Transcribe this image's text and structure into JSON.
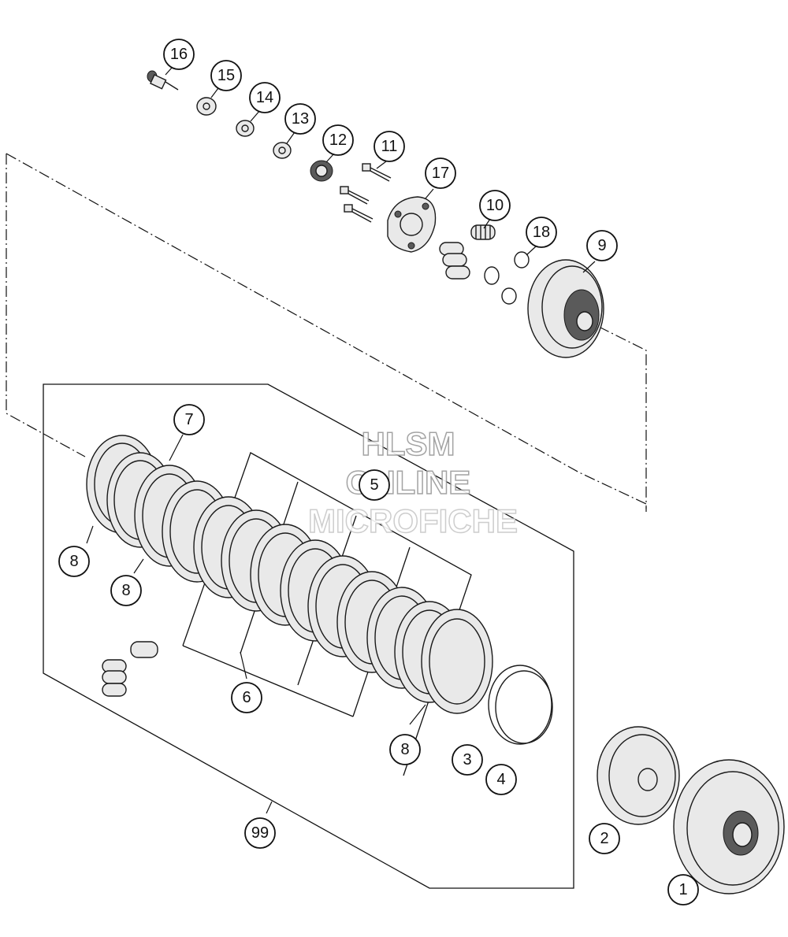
{
  "watermark": {
    "line1": "HLSM",
    "line2": "ONLINE",
    "line3": "MICROFICHE"
  },
  "callouts": [
    "1",
    "2",
    "3",
    "4",
    "5",
    "6",
    "7",
    "8",
    "9",
    "10",
    "11",
    "12",
    "13",
    "14",
    "15",
    "16",
    "17",
    "18",
    "99"
  ],
  "colors": {
    "line": "#111111",
    "part_fill": "#e9e9e9",
    "watermark_stroke": "#9a9a9a"
  }
}
